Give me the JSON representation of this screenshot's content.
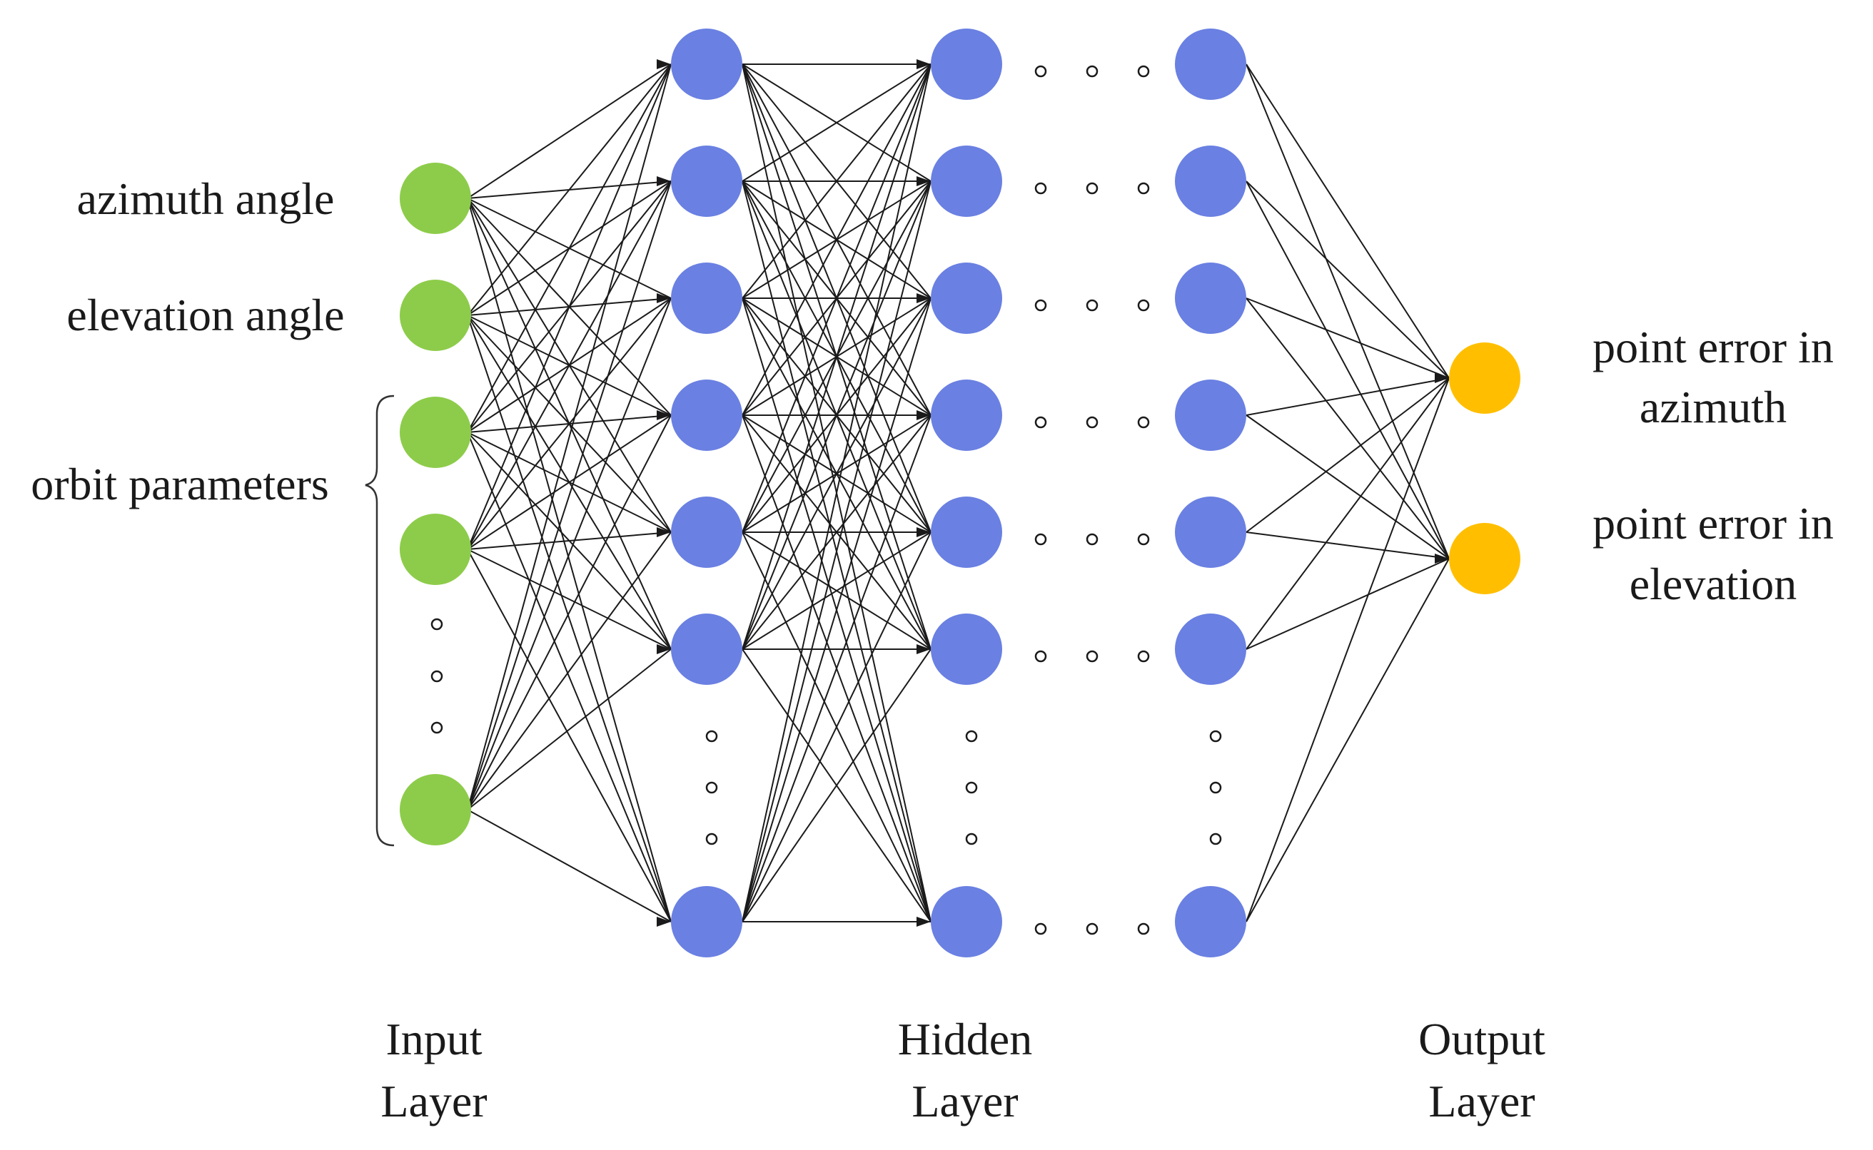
{
  "diagram": {
    "type": "neural-network",
    "input_labels": {
      "azimuth": "azimuth angle",
      "elevation": "elevation angle",
      "orbit": "orbit parameters"
    },
    "output_labels": {
      "out1_line1": "point error in",
      "out1_line2": "azimuth",
      "out2_line1": "point error in",
      "out2_line2": "elevation"
    },
    "layer_labels": {
      "input_line1": "Input",
      "input_line2": "Layer",
      "hidden_line1": "Hidden",
      "hidden_line2": "Layer",
      "output_line1": "Output",
      "output_line2": "Layer"
    },
    "colors": {
      "input_node": "#8dcc4a",
      "hidden_node": "#6a80e2",
      "output_node": "#ffbf00",
      "edge": "#1a1a1a"
    }
  }
}
